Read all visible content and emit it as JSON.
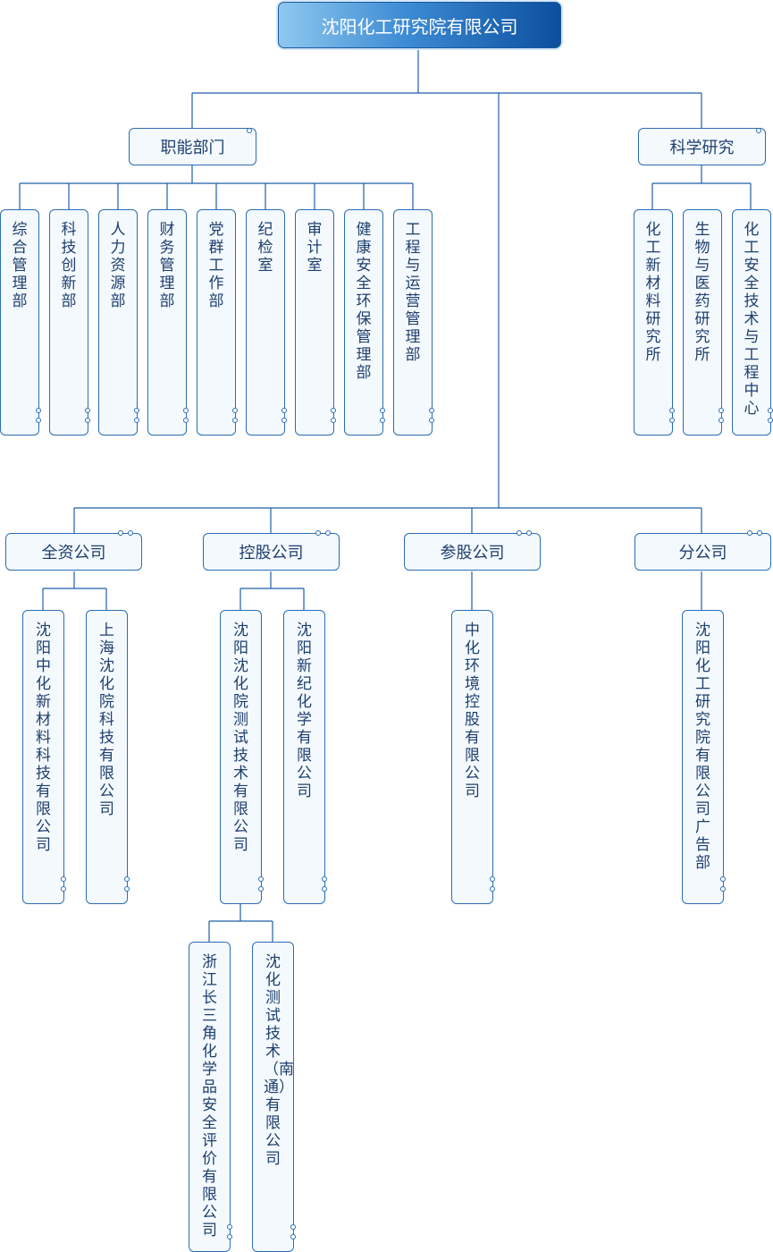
{
  "root": {
    "label": "沈阳化工研究院有限公司"
  },
  "groups": {
    "functional": {
      "label": "职能部门",
      "children": [
        "综合管理部",
        "科技创新部",
        "人力资源部",
        "财务管理部",
        "党群工作部",
        "纪检室",
        "审计室",
        "健康安全环保管理部",
        "工程与运营管理部"
      ]
    },
    "research": {
      "label": "科学研究",
      "children": [
        "化工新材料研究所",
        "生物与医药研究所",
        "化工安全技术与工程中心"
      ]
    },
    "wholly_owned": {
      "label": "全资公司",
      "children": [
        "沈阳中化新材料科技有限公司",
        "上海沈化院科技有限公司"
      ]
    },
    "holding": {
      "label": "控股公司",
      "children": [
        "沈阳沈化院测试技术有限公司",
        "沈阳新纪化学有限公司"
      ],
      "sub_children": [
        "浙江长三角化学品安全评价有限公司",
        "沈化测试技术（南通）有限公司"
      ]
    },
    "equity": {
      "label": "参股公司",
      "children": [
        "中化环境控股有限公司"
      ]
    },
    "branch": {
      "label": "分公司",
      "children": [
        "沈阳化工研究院有限公司广告部"
      ]
    }
  },
  "colors": {
    "line": "#1f5fa8",
    "border": "#2a6db5",
    "text": "#1d3f6e",
    "fill": "#f4f9fd"
  }
}
